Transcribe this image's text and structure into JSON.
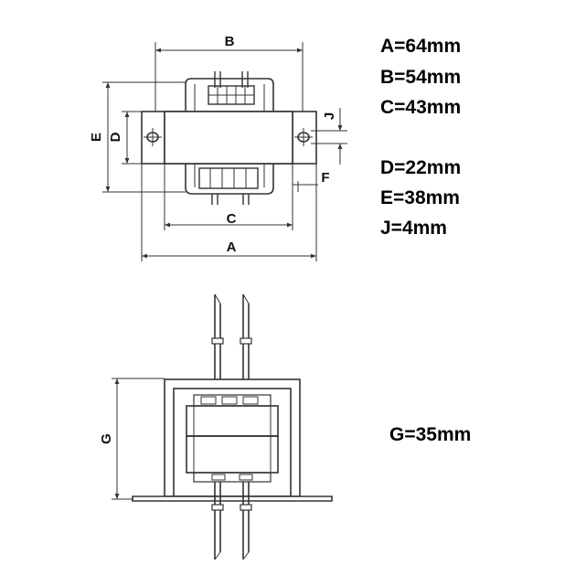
{
  "dimension_letters": {
    "a": "A",
    "b": "B",
    "c": "C",
    "d": "D",
    "e": "E",
    "f": "F",
    "g": "G",
    "j": "J"
  },
  "specs": {
    "a": "A=64mm",
    "b": "B=54mm",
    "c": "C=43mm",
    "d": "D=22mm",
    "e": "E=38mm",
    "j": "J=4mm",
    "g": "G=35mm"
  }
}
